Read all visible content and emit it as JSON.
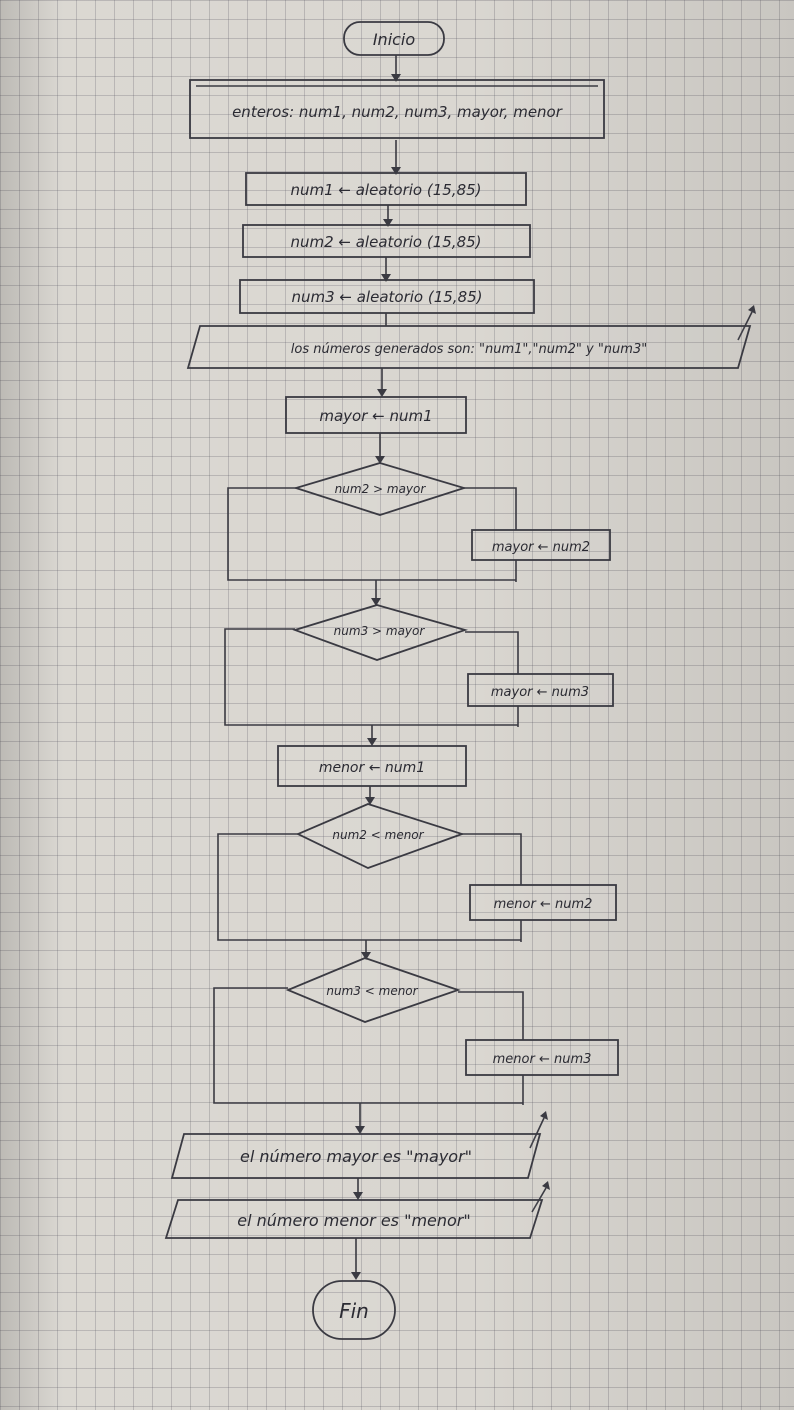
{
  "start": "Inicio",
  "declare": "enteros: num1, num2, num3, mayor, menor",
  "assign1": "num1 ← aleatorio (15,85)",
  "assign2": "num2 ← aleatorio (15,85)",
  "assign3": "num3 ← aleatorio (15,85)",
  "output_generated": "los números generados son: \"num1\",\"num2\" y \"num3\"",
  "mayor_init": "mayor ← num1",
  "cond1": "num2 > mayor",
  "set_mayor2": "mayor ← num2",
  "cond2": "num3 > mayor",
  "set_mayor3": "mayor ← num3",
  "menor_init": "menor ← num1",
  "cond3": "num2 < menor",
  "set_menor2": "menor ← num2",
  "cond4": "num3 < menor",
  "set_menor3": "menor ← num3",
  "output_mayor": "el número mayor es \"mayor\"",
  "output_menor": "el número menor es \"menor\"",
  "end": "Fin"
}
